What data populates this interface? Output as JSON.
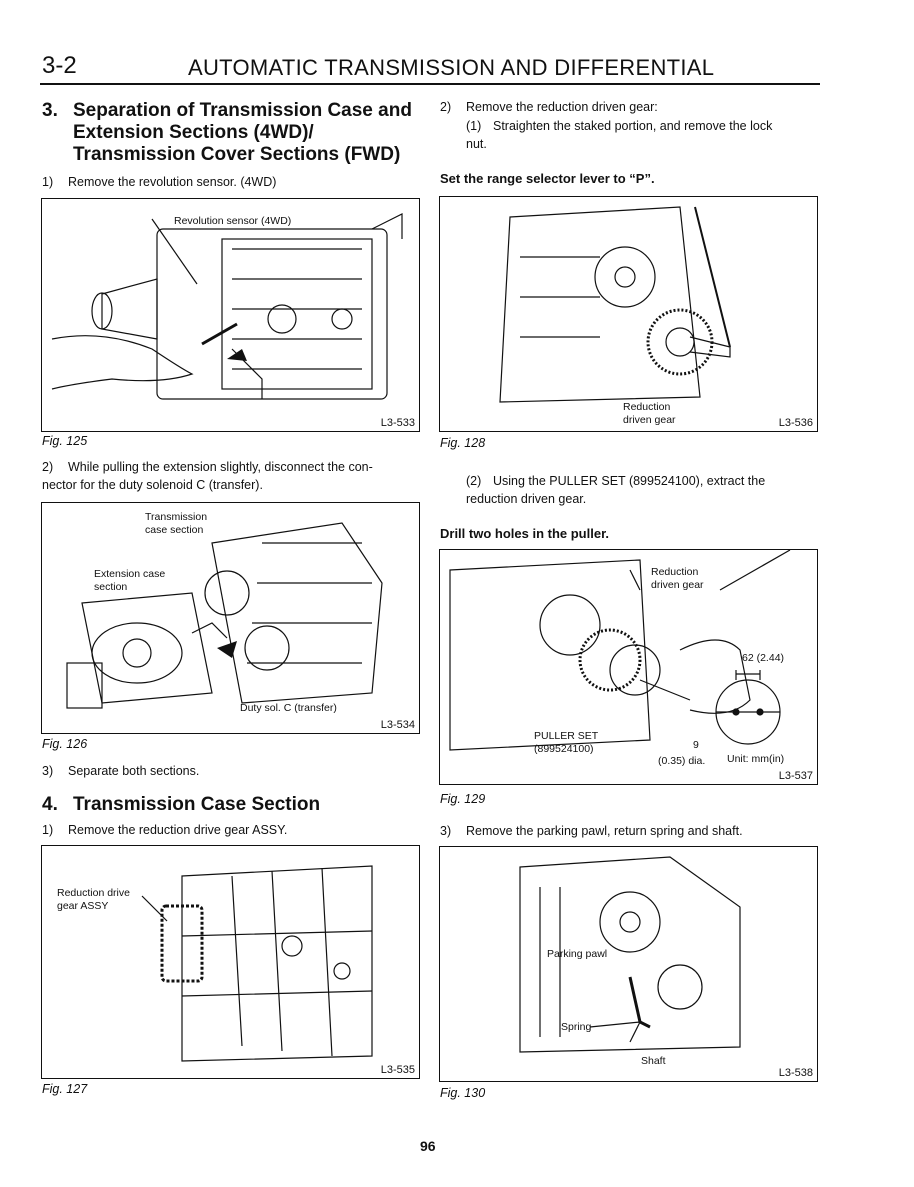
{
  "header": {
    "section_number": "3-2",
    "title": "AUTOMATIC TRANSMISSION AND DIFFERENTIAL"
  },
  "left": {
    "sec3": {
      "num": "3.",
      "title_line1": "Separation of Transmission Case and",
      "title_line2": "Extension Sections (4WD)/",
      "title_line3": "Transmission Cover Sections (FWD)"
    },
    "step1": {
      "num": "1)",
      "text": "Remove the revolution sensor. (4WD)"
    },
    "fig125": {
      "label": "Revolution sensor (4WD)",
      "code": "L3-533",
      "caption": "Fig. 125"
    },
    "step2": {
      "num": "2)",
      "text_line1": "While pulling the extension slightly, disconnect the con-",
      "text_line2": "nector for the duty solenoid C (transfer)."
    },
    "fig126": {
      "label_transmission_1": "Transmission",
      "label_transmission_2": "case section",
      "label_extension_1": "Extension case",
      "label_extension_2": "section",
      "label_duty": "Duty sol. C (transfer)",
      "code": "L3-534",
      "caption": "Fig. 126"
    },
    "step3": {
      "num": "3)",
      "text": "Separate both sections."
    },
    "sec4": {
      "num": "4.",
      "title": "Transmission Case Section"
    },
    "step4_1": {
      "num": "1)",
      "text": "Remove the reduction drive gear ASSY."
    },
    "fig127": {
      "label_1": "Reduction drive",
      "label_2": "gear ASSY",
      "code": "L3-535",
      "caption": "Fig. 127"
    }
  },
  "right": {
    "step2": {
      "num": "2)",
      "text": "Remove the reduction driven gear:"
    },
    "sub1": {
      "num": "(1)",
      "text_line1": "Straighten the staked portion, and remove the lock",
      "text_line2": "nut."
    },
    "note1": "Set the range selector lever to “P”.",
    "fig128": {
      "label_1": "Reduction",
      "label_2": "driven gear",
      "code": "L3-536",
      "caption": "Fig. 128"
    },
    "sub2": {
      "num": "(2)",
      "text_line1": "Using the PULLER SET (899524100), extract the",
      "text_line2": "reduction driven gear."
    },
    "note2": "Drill two holes in the puller.",
    "fig129": {
      "label_red_1": "Reduction",
      "label_red_2": "driven gear",
      "label_dim": "62 (2.44)",
      "label_puller_1": "PULLER SET",
      "label_puller_2": "(899524100)",
      "label_nine": "9",
      "label_dia": "(0.35) dia.",
      "label_unit": "Unit: mm(in)",
      "code": "L3-537",
      "caption": "Fig. 129"
    },
    "step3": {
      "num": "3)",
      "text": "Remove the parking pawl, return spring and shaft."
    },
    "fig130": {
      "label_pawl": "Parking pawl",
      "label_spring": "Spring",
      "label_shaft": "Shaft",
      "code": "L3-538",
      "caption": "Fig. 130"
    }
  },
  "page_number": "96"
}
